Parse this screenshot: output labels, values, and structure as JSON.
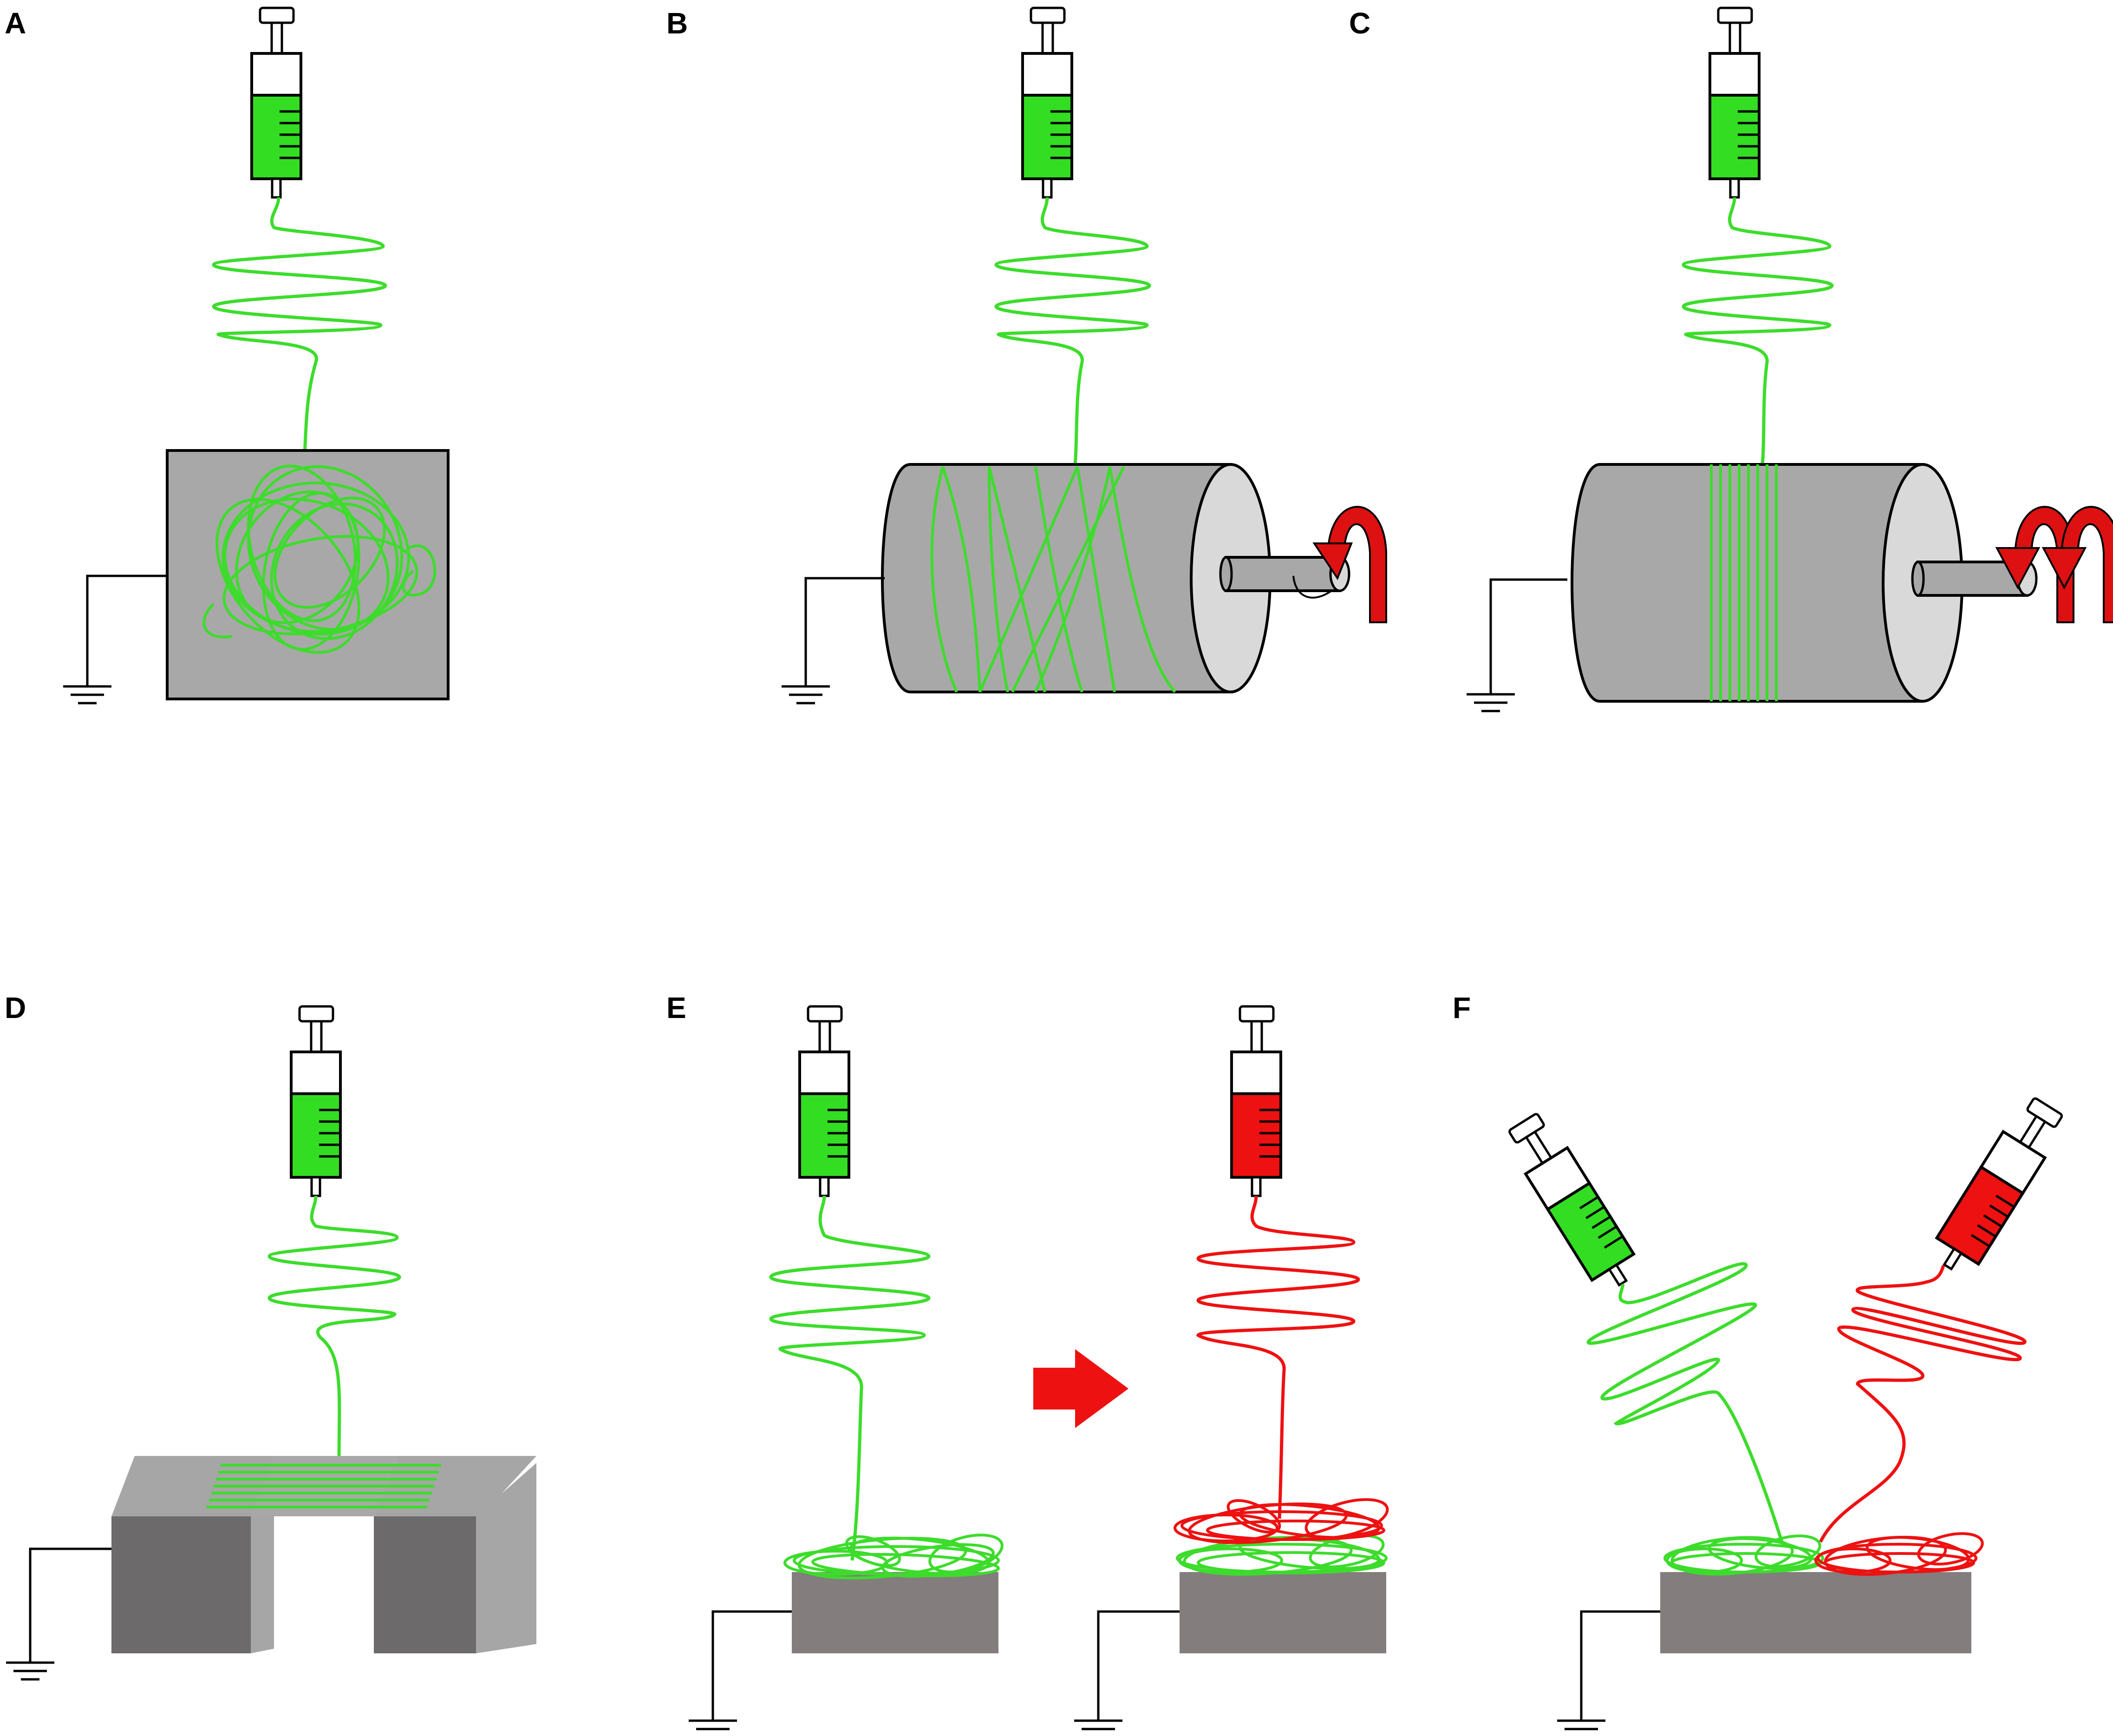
{
  "figure": {
    "panels": [
      {
        "id": "A",
        "label": "A"
      },
      {
        "id": "B",
        "label": "B"
      },
      {
        "id": "C",
        "label": "C"
      },
      {
        "id": "D",
        "label": "D"
      },
      {
        "id": "E",
        "label": "E"
      },
      {
        "id": "F",
        "label": "F"
      }
    ]
  },
  "colors": {
    "fiber_green": "#3ddc2c",
    "fiber_red": "#ee1111",
    "solution_green": "#33dd22",
    "solution_red": "#ee1111",
    "collector_gray": "#a9a8a8",
    "collector_end": "#d9d9d9",
    "block_dark": "#6c6a6b",
    "block_light": "#a6a6a6",
    "plate_gray": "#837d7d",
    "arrow_red": "#ee1111",
    "rotation_red": "#dd1111"
  }
}
